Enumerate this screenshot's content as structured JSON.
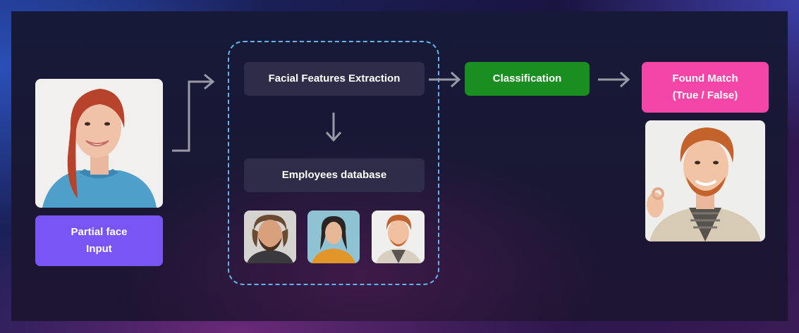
{
  "input": {
    "line1": "Partial face",
    "line2": "Input",
    "color": "#7a55f5"
  },
  "pipeline": {
    "extraction_label": "Facial Features Extraction",
    "database_label": "Employees database",
    "dashed_color": "#5fb6ee"
  },
  "classification": {
    "label": "Classification",
    "color": "#1b8e22"
  },
  "result": {
    "line1": "Found Match",
    "line2": "(True / False)",
    "color": "#f445a8"
  },
  "icons": [
    "arrow-right-icon",
    "arrow-down-icon",
    "elbow-arrow-icon"
  ]
}
